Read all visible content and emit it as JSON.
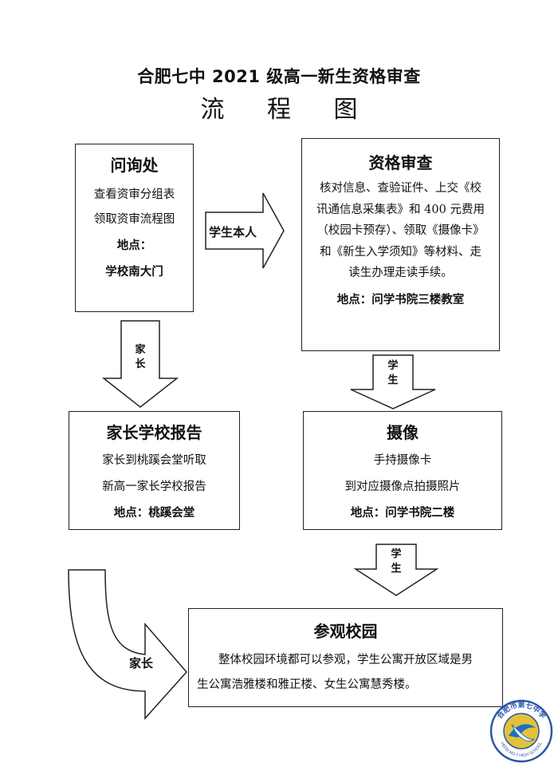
{
  "title": "合肥七中 2021 级高一新生资格审查",
  "subtitle": "流 程 图",
  "boxes": {
    "inquiry": {
      "title": "问询处",
      "lines": [
        "查看资审分组表",
        "领取资审流程图"
      ],
      "location_label": "地点：",
      "location": "学校南大门"
    },
    "qualification": {
      "title": "资格审查",
      "lines": [
        "核对信息、查验证件、上交《校",
        "讯通信息采集表》和 400 元费用",
        "（校园卡预存）、领取《摄像卡》",
        "和《新生入学须知》等材料、走",
        "读生办理走读手续。"
      ],
      "location": "地点：问学书院三楼教室"
    },
    "parent_report": {
      "title": "家长学校报告",
      "lines": [
        "家长到桃蹊会堂听取",
        "新高一家长学校报告"
      ],
      "location": "地点：桃蹊会堂"
    },
    "photo": {
      "title": "摄像",
      "lines": [
        "手持摄像卡",
        "到对应摄像点拍摄照片"
      ],
      "location": "地点：问学书院二楼"
    },
    "visit": {
      "title": "参观校园",
      "lines": [
        "整体校园环境都可以参观，学生公寓开放区域是男",
        "生公寓浩雅楼和雅正楼、女生公寓慧秀楼。"
      ]
    }
  },
  "arrows": {
    "student_self": "学生本人",
    "parent_down": "家长",
    "student_down_1": "学生",
    "student_down_2": "学生",
    "parent_bend": "家长"
  },
  "logo": {
    "text": "合肥市第七中学",
    "english": "HEFEI NO.7 HIGH SCHOOL",
    "colors": {
      "ring": "#2a56a8",
      "center": "#e3c23a",
      "swoosh": "#1f6fc0"
    }
  }
}
